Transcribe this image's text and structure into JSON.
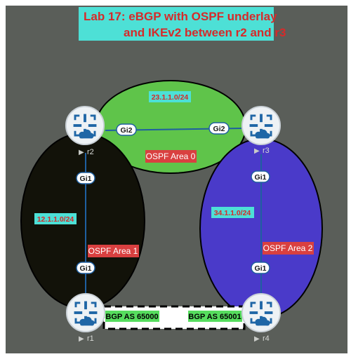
{
  "title": {
    "line1": "Lab 17: eBGP with OSPF underlay",
    "line2": "and IKEv2 between r2 and r3"
  },
  "colors": {
    "background": "#5a5e59",
    "title_box": "#4de0d6",
    "title_text": "#d62a2a",
    "area0": "#5fc44a",
    "area1": "#121209",
    "area2": "#4a3ac9",
    "ospf_tag": "#d94040",
    "subnet_tag": "#4de0d6",
    "bgp_tag": "#56dd5e",
    "link": "#1f5fa0"
  },
  "areas": {
    "area0": "OSPF Area 0",
    "area1": "OSPF Area 1",
    "area2": "OSPF Area 2"
  },
  "subnets": {
    "r2_r3": "23.1.1.0/24",
    "r1_r2": "12.1.1.0/24",
    "r3_r4": "34.1.1.0/24"
  },
  "routers": {
    "r1": {
      "name": "r1",
      "icon": "router-icon"
    },
    "r2": {
      "name": "r2",
      "icon": "router-icon"
    },
    "r3": {
      "name": "r3",
      "icon": "router-icon"
    },
    "r4": {
      "name": "r4",
      "icon": "router-icon"
    }
  },
  "interfaces": {
    "r2_to_r3": "Gi2",
    "r3_to_r2": "Gi2",
    "r2_to_r1": "Gi1",
    "r1_to_r2": "Gi1",
    "r3_to_r4": "Gi1",
    "r4_to_r3": "Gi1"
  },
  "bgp": {
    "left": "BGP AS 65000",
    "right": "BGP AS 65001"
  }
}
